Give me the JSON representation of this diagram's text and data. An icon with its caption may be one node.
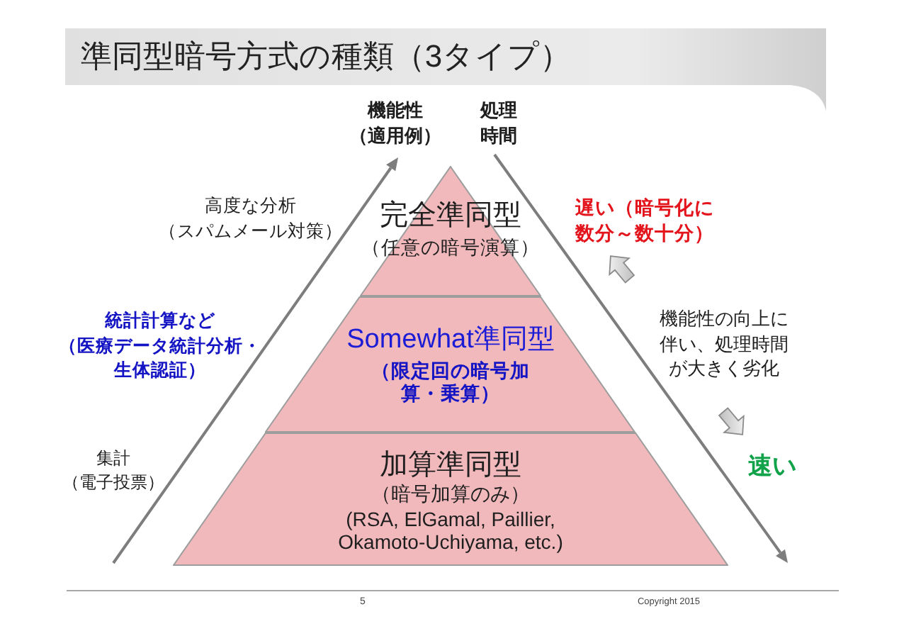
{
  "diagram": {
    "title": "準同型暗号方式の種類（3タイプ）",
    "nodes": [
      {
        "text": [
          "完全準同型",
          "（任意の暗号演算）"
        ],
        "beside": [
          "高度な分析（スパムメール対策）"
        ]
      },
      {
        "text": [
          "Somewhat準同型",
          "（限定回の暗号加算・乗算）"
        ],
        "beside": [
          "統計計算など（医療データ統計分析・生体認証）"
        ]
      },
      {
        "text": [
          "加算準同型",
          "（暗号加算のみ）",
          "(RSA, ElGamal, Paillier, Okamoto-Uchiyama, etc.)"
        ],
        "beside": [
          "集計（電子投票）"
        ]
      }
    ],
    "labels": [
      "機能性（適用例）",
      "処理時間",
      "遅い（暗号化に数分～数十分）",
      "機能性の向上に伴い、処理時間が大きく劣化",
      "速い",
      "5",
      "Copyright 2015"
    ]
  }
}
